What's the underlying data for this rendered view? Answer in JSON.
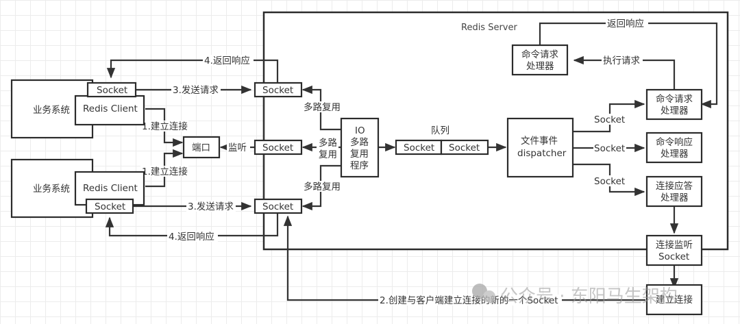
{
  "server": {
    "title": "Redis Server"
  },
  "clients": [
    {
      "system_label": "业务系统",
      "client_label": "Redis Client",
      "socket_label": "Socket"
    },
    {
      "system_label": "业务系统",
      "client_label": "Redis Client",
      "socket_label": "Socket"
    }
  ],
  "port": {
    "label": "端口"
  },
  "server_sockets": [
    "Socket",
    "Socket",
    "Socket"
  ],
  "io_mux": {
    "lines": [
      "IO",
      "多路",
      "复用",
      "程序"
    ]
  },
  "queue": {
    "label": "队列",
    "items": [
      "Socket",
      "Socket"
    ]
  },
  "dispatcher": {
    "lines": [
      "文件事件",
      "dispatcher"
    ]
  },
  "handlers": {
    "cmd_request_top": [
      "命令请求",
      "处理器"
    ],
    "cmd_request": [
      "命令请求",
      "处理器"
    ],
    "cmd_response": [
      "命令响应",
      "处理器"
    ],
    "conn_accept": [
      "连接应答",
      "处理器"
    ],
    "conn_listen": [
      "连接监听",
      "Socket"
    ],
    "establish": [
      "建立连接"
    ]
  },
  "edges": {
    "return_response_top": "4.返回响应",
    "send_request_top": "3.发送请求",
    "connect_top": "1.建立连接",
    "listen": "监听",
    "connect_bottom": "1.建立连接",
    "send_request_bottom": "3.发送请求",
    "return_response_bottom": "4.返回响应",
    "mux_top": "多路复用",
    "mux_mid": [
      "多路",
      "复用"
    ],
    "mux_bottom": "多路复用",
    "dispatch_top": "Socket",
    "dispatch_mid": "Socket",
    "dispatch_bottom": "Socket",
    "server_return": "返回响应",
    "execute": "执行请求",
    "create_socket": "2.创建与客户端建立连接的新的一个Socket"
  },
  "watermark": {
    "text": "公众号 · 东阳马生架构"
  }
}
